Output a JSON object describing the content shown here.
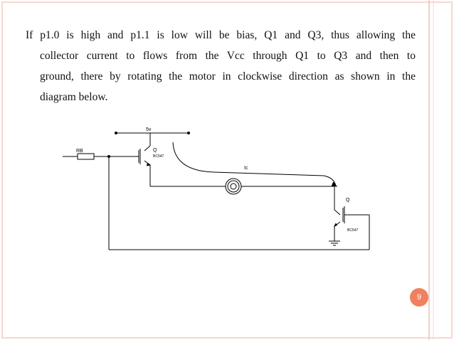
{
  "slide": {
    "paragraph_lines": [
      "If p1.0 is high and p1.1 is low will be bias, Q1 and Q3, thus allowing the",
      "collector current to flows from the Vcc through Q1 to Q3 and then to",
      "ground, there by rotating the motor in clockwise direction as shown in the",
      "diagram below."
    ],
    "page_number": "9"
  },
  "diagram": {
    "supply_label": "5v",
    "resistor_label": "RB",
    "q1_label": "Q",
    "q1_part": "BC547",
    "current_label": "Ic",
    "q3_label": "Q",
    "q3_part": "BC547"
  },
  "colors": {
    "border_light": "#f8d8cc",
    "border_dark": "#e8a890",
    "badge": "#f08060"
  }
}
